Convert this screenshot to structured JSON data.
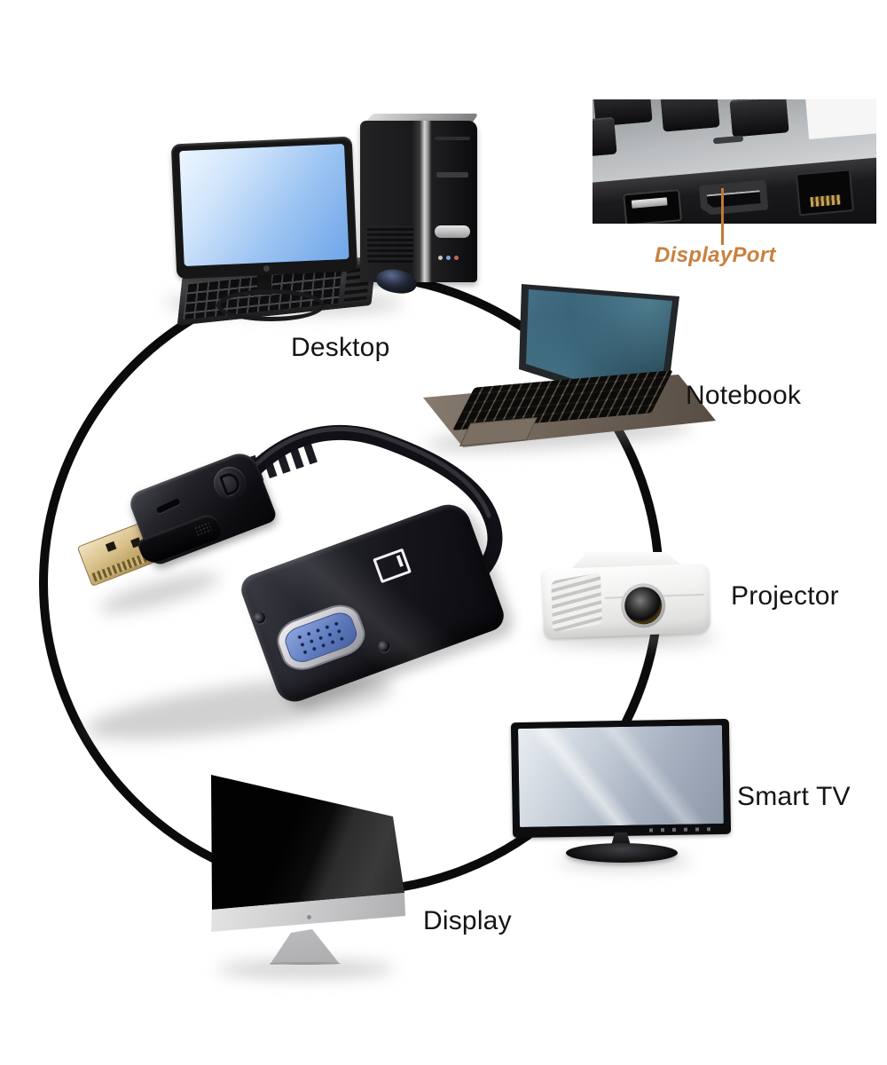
{
  "labels": {
    "desktop": "Desktop",
    "notebook": "Notebook",
    "projector": "Projector",
    "smart_tv": "Smart TV",
    "display": "Display",
    "displayport": "DisplayPort"
  },
  "icons": {
    "displayport_logo": "circled-D",
    "vga_monitor_icon": "monitor-outline"
  },
  "colors": {
    "background": "#ffffff",
    "ring": "#0b0b0b",
    "label_text": "#141414",
    "displayport_label": "#c9813f",
    "pointer_line": "#c07a36",
    "desktop_screen_top": "#eef6ff",
    "desktop_screen_bottom": "#6fa5e8",
    "notebook_screen": "#335a6d",
    "tv_screen": "#a8b2c1",
    "vga_port_blue": "#5c78bc",
    "gold_connector": "#d8c08a",
    "adapter_black": "#15151b"
  }
}
